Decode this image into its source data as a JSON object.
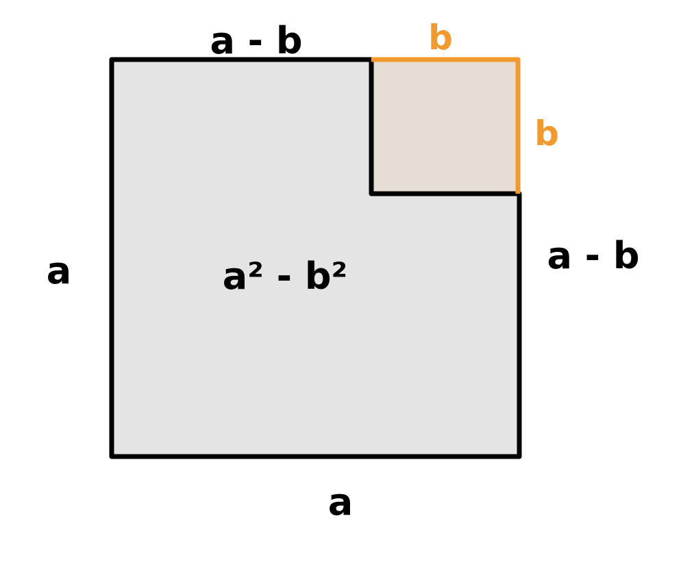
{
  "colors": {
    "big_square_fill": "#e4e4e4",
    "small_square_fill": "#e6ddd4",
    "outline": "#000000",
    "accent": "#f29a2e"
  },
  "labels": {
    "top_left_side": "a - b",
    "top_right_side": "b",
    "right_small_side": "b",
    "right_lower_side": "a - b",
    "left_side": "a",
    "bottom_side": "a",
    "area_text": "a² - b²"
  }
}
